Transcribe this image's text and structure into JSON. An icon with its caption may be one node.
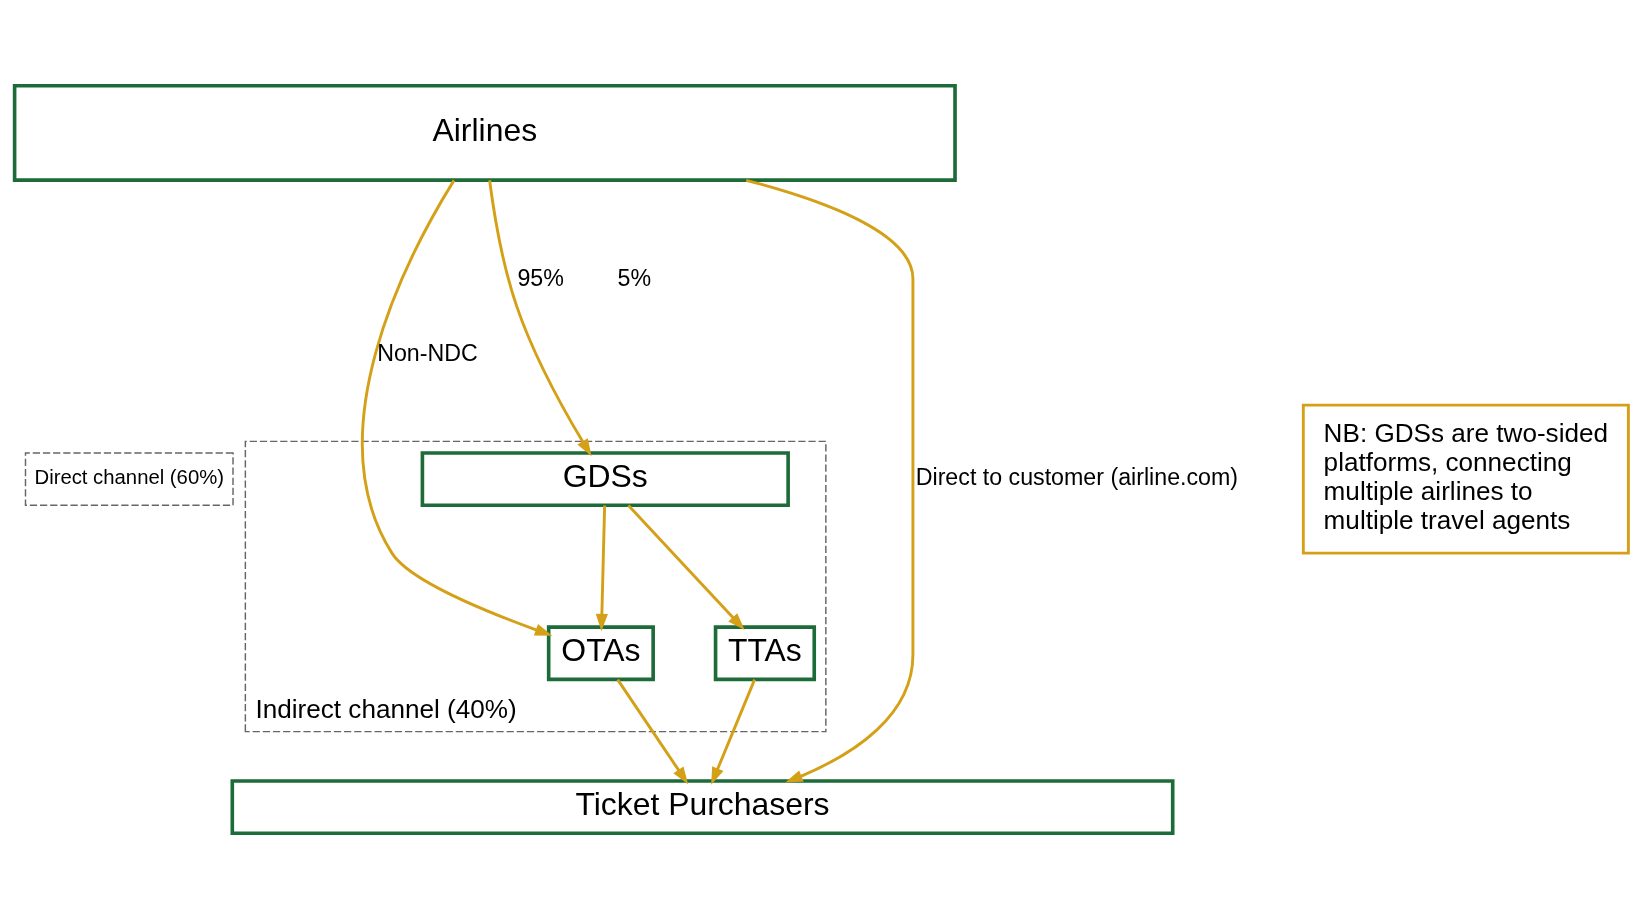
{
  "diagram": {
    "nodes": [
      {
        "text": [
          "Direct channel (60%)"
        ]
      },
      {
        "text": [
          "Indirect channel (40%)"
        ]
      },
      {
        "text": [
          "Airlines"
        ]
      },
      {
        "text": [
          "GDSs"
        ],
        "in": 1
      },
      {
        "text": [
          "OTAs"
        ],
        "in": 1
      },
      {
        "text": [
          "TTAs"
        ],
        "in": 1
      },
      {
        "text": [
          "Ticket Purchasers"
        ]
      },
      {
        "text": [
          "NB: GDSs are two-sided platforms, connecting multiple airlines to multiple travel agents"
        ]
      }
    ],
    "edges": [
      {
        "from": 2,
        "to": 6,
        "arrow": "to",
        "label": "Direct to customer (airline.com)"
      },
      {
        "from": 2,
        "to": 4,
        "arrow": "to",
        "label": "Non-NDC"
      },
      {
        "from": 2,
        "to": 3,
        "arrow": "to",
        "label": "95%"
      },
      {
        "from": 3,
        "to": 4,
        "arrow": "to"
      },
      {
        "from": 3,
        "to": 5,
        "arrow": "to"
      },
      {
        "from": 4,
        "to": 6,
        "arrow": "to"
      },
      {
        "from": 5,
        "to": 6,
        "arrow": "to"
      }
    ],
    "labels": [
      "5%"
    ]
  }
}
